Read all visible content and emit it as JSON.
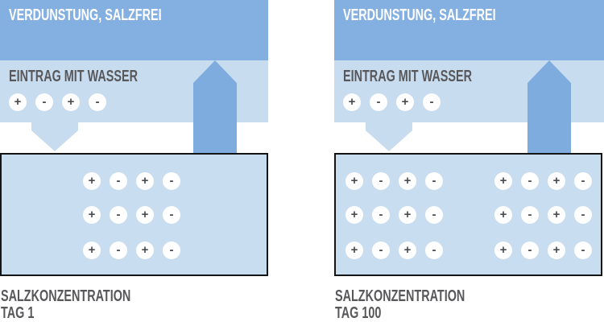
{
  "colors": {
    "bar_blue": "#84AFE1",
    "band_blue": "#C8DCF0",
    "box_blue": "#C9DDF1",
    "arrow_up_blue": "#7EACDF",
    "text_dark": "#58585B",
    "ion_sign": "#4A4B4E",
    "box_border": "#141414",
    "background": "#FFFFFF"
  },
  "panels": [
    {
      "evaporation_label": "VERDUNSTUNG, SALZFREI",
      "inflow_label": "EINTRAG MIT WASSER",
      "inflow_ions": [
        "+",
        "-",
        "+",
        "-"
      ],
      "box_ion_groups": [
        {
          "rows": [
            [
              "+",
              "-",
              "+",
              "-"
            ],
            [
              "+",
              "-",
              "+",
              "-"
            ],
            [
              "+",
              "-",
              "+",
              "-"
            ]
          ]
        }
      ],
      "caption_line1": "SALZKONZENTRATION",
      "caption_line2": "TAG 1"
    },
    {
      "evaporation_label": "VERDUNSTUNG, SALZFREI",
      "inflow_label": "EINTRAG MIT WASSER",
      "inflow_ions": [
        "+",
        "-",
        "+",
        "-"
      ],
      "box_ion_groups": [
        {
          "rows": [
            [
              "+",
              "-",
              "+",
              "-"
            ],
            [
              "+",
              "-",
              "+",
              "-"
            ],
            [
              "+",
              "-",
              "+",
              "-"
            ]
          ]
        },
        {
          "rows": [
            [
              "+",
              "-",
              "+",
              "-"
            ],
            [
              "+",
              "-",
              "+",
              "-"
            ],
            [
              "+",
              "-",
              "+",
              "-"
            ]
          ]
        }
      ],
      "caption_line1": "SALZKONZENTRATION",
      "caption_line2": "TAG 100"
    }
  ]
}
